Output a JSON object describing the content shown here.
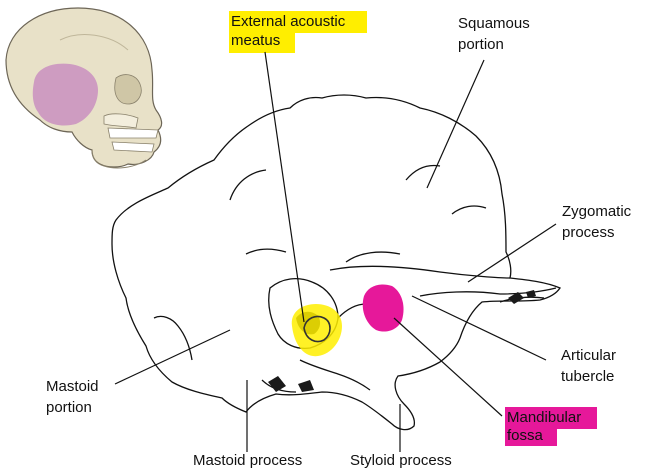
{
  "labels": {
    "external_acoustic_meatus": [
      "External acoustic",
      "meatus"
    ],
    "squamous_portion": [
      "Squamous",
      "portion"
    ],
    "zygomatic_process": [
      "Zygomatic",
      "process"
    ],
    "articular_tubercle": [
      "Articular",
      "tubercle"
    ],
    "mandibular_fossa": [
      "Mandibular",
      "fossa"
    ],
    "mastoid_portion": [
      "Mastoid",
      "portion"
    ],
    "mastoid_process": "Mastoid process",
    "styloid_process": "Styloid process"
  },
  "colors": {
    "yellow_highlight": "#ffee00",
    "magenta_highlight": "#e6189a",
    "skull_bone": "#e8e1c8",
    "temporal_region": "#c98fbf",
    "line": "#111111"
  }
}
